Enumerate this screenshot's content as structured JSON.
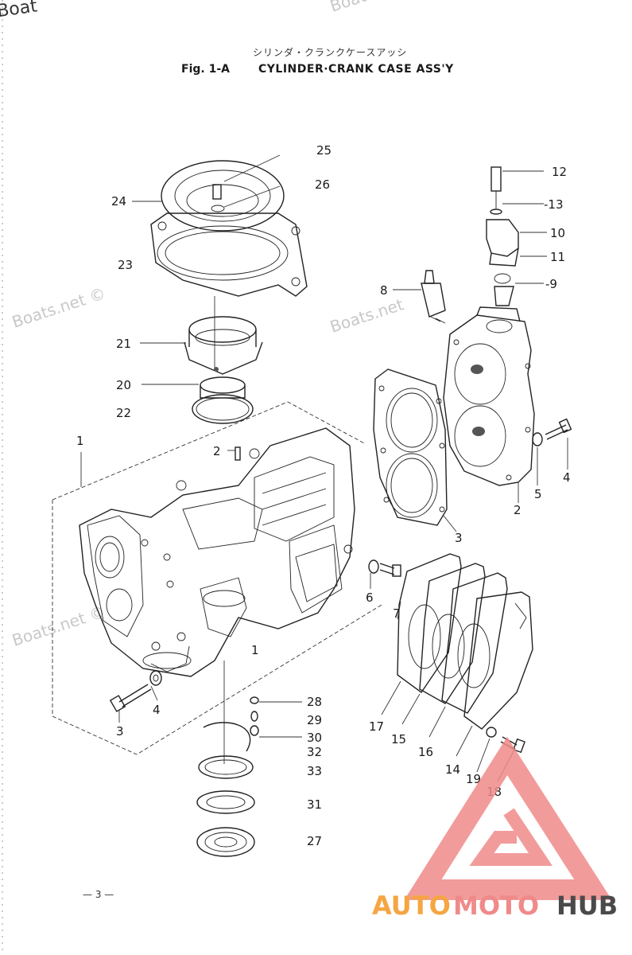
{
  "header": {
    "japanese_title": "シリンダ・クランクケースアッシ",
    "fig_number": "Fig. 1-A",
    "title": "CYLINDER·CRANK CASE ASS'Y"
  },
  "watermarks": {
    "corner": "Boat",
    "repeat": [
      "Boats.net ©",
      "Boats.net",
      "Boats.net ©",
      "Boats.net"
    ]
  },
  "callouts": [
    {
      "id": "c25",
      "text": "25"
    },
    {
      "id": "c26",
      "text": "26"
    },
    {
      "id": "c24",
      "text": "24"
    },
    {
      "id": "c23",
      "text": "23"
    },
    {
      "id": "c21",
      "text": "21"
    },
    {
      "id": "c20",
      "text": "20"
    },
    {
      "id": "c22",
      "text": "22"
    },
    {
      "id": "c1a",
      "text": "1"
    },
    {
      "id": "c2a",
      "text": "2"
    },
    {
      "id": "c12",
      "text": "12"
    },
    {
      "id": "c13",
      "text": "-13"
    },
    {
      "id": "c10",
      "text": "10"
    },
    {
      "id": "c11",
      "text": "11"
    },
    {
      "id": "c8",
      "text": "8"
    },
    {
      "id": "c9",
      "text": "-9"
    },
    {
      "id": "c4a",
      "text": "4"
    },
    {
      "id": "c5",
      "text": "5"
    },
    {
      "id": "c2b",
      "text": "2"
    },
    {
      "id": "c3a",
      "text": "3"
    },
    {
      "id": "c6",
      "text": "6"
    },
    {
      "id": "c7",
      "text": "7"
    },
    {
      "id": "c1b",
      "text": "1"
    },
    {
      "id": "c4b",
      "text": "4"
    },
    {
      "id": "c3b",
      "text": "3"
    },
    {
      "id": "c28",
      "text": "28"
    },
    {
      "id": "c29",
      "text": "29"
    },
    {
      "id": "c30",
      "text": "30"
    },
    {
      "id": "c32",
      "text": "32"
    },
    {
      "id": "c33",
      "text": "33"
    },
    {
      "id": "c31",
      "text": "31"
    },
    {
      "id": "c27",
      "text": "27"
    },
    {
      "id": "c17",
      "text": "17"
    },
    {
      "id": "c15",
      "text": "15"
    },
    {
      "id": "c16",
      "text": "16"
    },
    {
      "id": "c14",
      "text": "14"
    },
    {
      "id": "c19",
      "text": "19"
    },
    {
      "id": "c18",
      "text": "18"
    }
  ],
  "page_number": "— 3 —",
  "logo": {
    "word_1": "AUTO",
    "word_2": "MOTO",
    "word_3": "HUB",
    "colors": {
      "primary": "#f08a8a",
      "accent": "#f5a542",
      "dark": "#4a4a4a"
    }
  }
}
